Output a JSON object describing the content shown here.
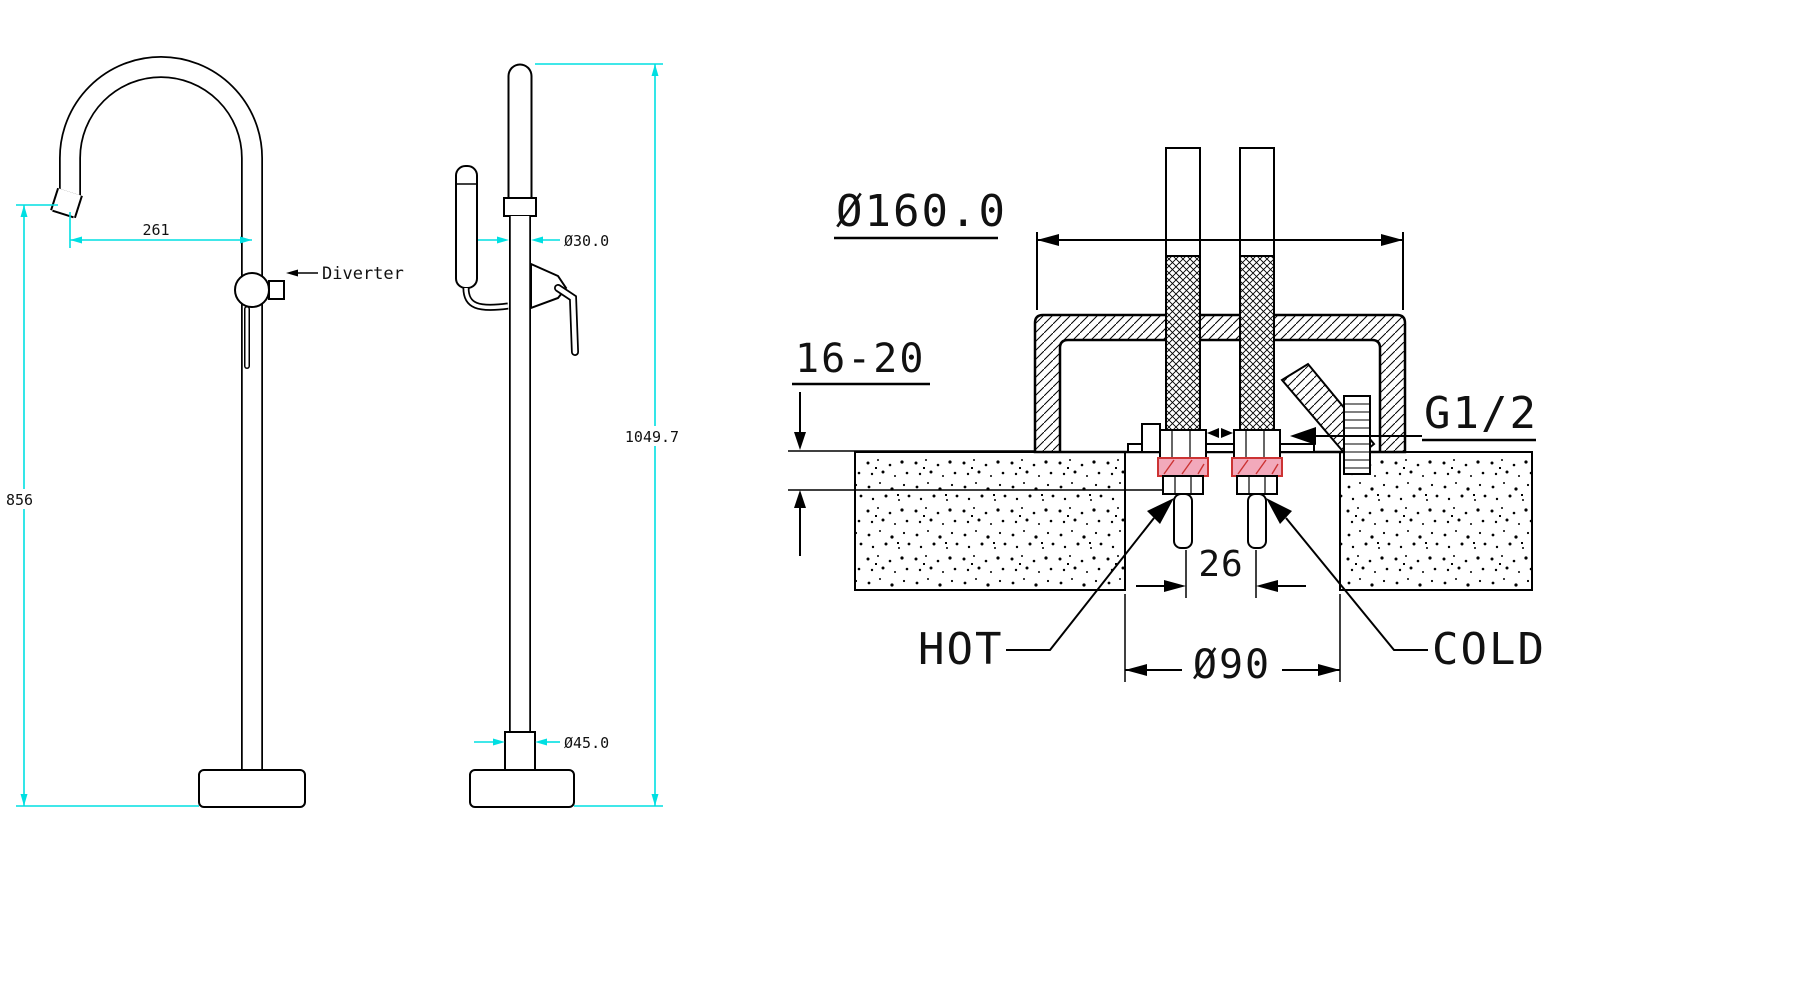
{
  "views": {
    "front_view": {
      "spout_reach_dim": "261",
      "height_dim": "856",
      "diverter_label": "Diverter"
    },
    "side_view": {
      "pipe_diameter_dim": "Ø30.0",
      "total_height_dim": "1049.7",
      "base_diameter_dim": "Ø45.0"
    },
    "installation_detail": {
      "cover_plate_dim": "Ø160.0",
      "floor_thickness_dim": "16-20",
      "thread_label": "G1/2",
      "spacing_dim": "26",
      "hole_dim": "Ø90",
      "hot_label": "HOT",
      "cold_label": "COLD"
    }
  },
  "colors": {
    "dimension_cyan": "#00dfe2",
    "drawing_black": "#000000",
    "seal_pink": "#f2a9bb",
    "seal_red": "#cc3333",
    "background": "#ffffff"
  }
}
